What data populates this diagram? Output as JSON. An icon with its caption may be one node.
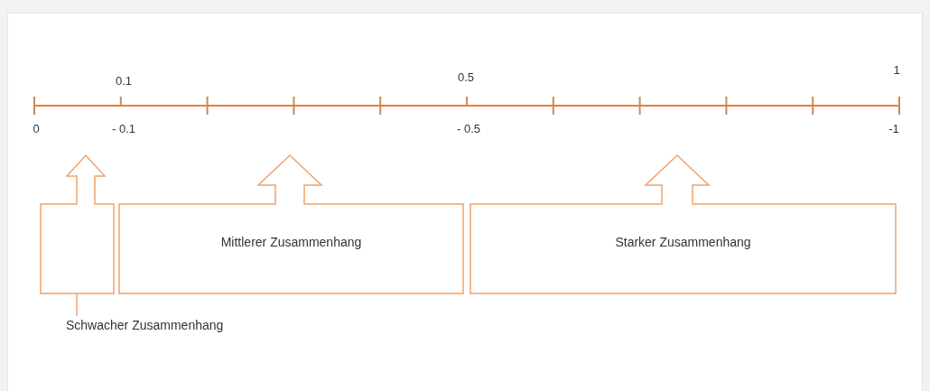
{
  "diagram": {
    "nodes": [
      {
        "text": [],
        "shape": "box"
      },
      {
        "text": [
          "Mittlerer Zusammenhang"
        ]
      },
      {
        "text": [
          "Starker Zusammenhang"
        ]
      },
      {
        "text": [
          "Schwacher Zusammenhang"
        ]
      }
    ],
    "edges": [
      {
        "from": 3,
        "to": 0,
        "arrow": "none"
      }
    ],
    "labels": [
      "0.1",
      "0.5",
      "1",
      "0",
      "- 0.1",
      "- 0.5",
      "-1"
    ]
  }
}
